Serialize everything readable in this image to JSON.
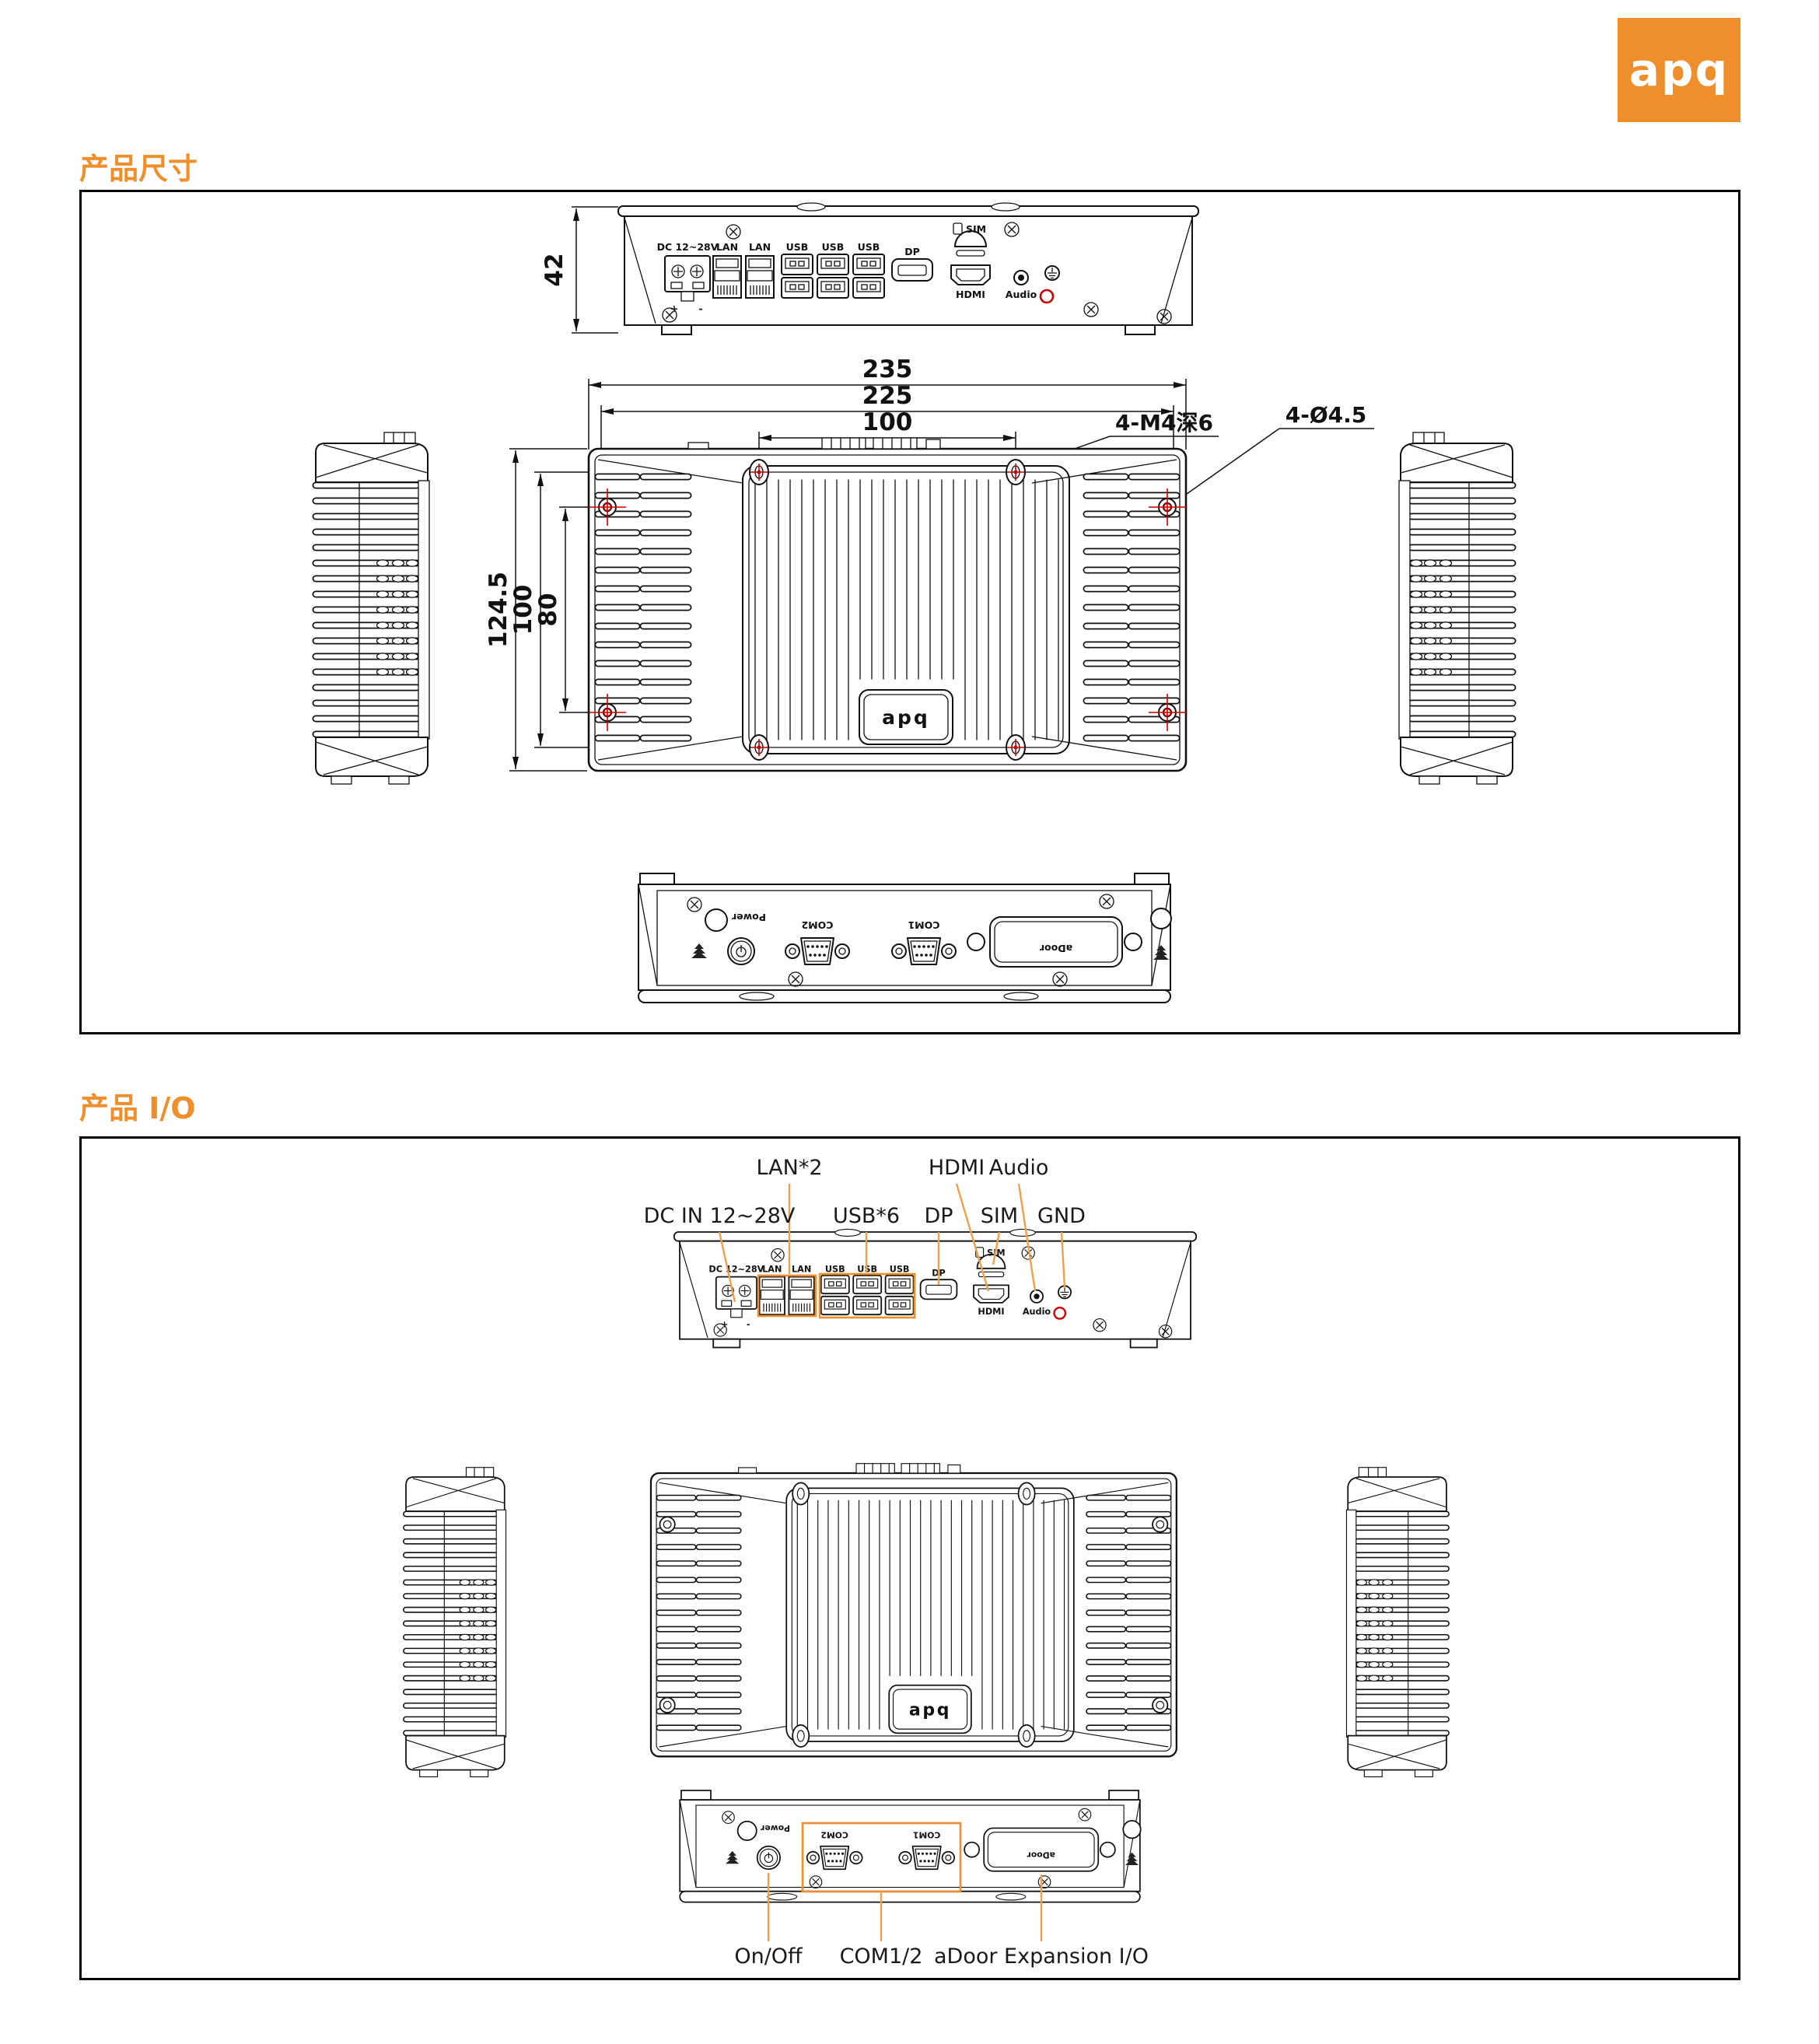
{
  "logo": {
    "text": "apq"
  },
  "section1": {
    "title": "产品尺寸"
  },
  "section2": {
    "title": "产品 I/O"
  },
  "dims": {
    "height42": "42",
    "w235": "235",
    "w225": "225",
    "w100": "100",
    "d124_5": "124.5",
    "v100": "100",
    "v80": "80",
    "m4note": "4-M4深6",
    "dianote": "4-Ø4.5"
  },
  "panel": {
    "dc": "DC 12~28V",
    "lan": "LAN",
    "usb": "USB",
    "dp": "DP",
    "sim": "SIM",
    "hdmi": "HDMI",
    "audio": "Audio",
    "plus": "+",
    "minus": "-"
  },
  "rear": {
    "power": "Power",
    "com2": "COM2",
    "com1": "COM1",
    "adoor": "aDoor"
  },
  "device": {
    "plate_text": "apq"
  },
  "io": {
    "lan2": "LAN*2",
    "hdmi": "HDMI",
    "audio": "Audio",
    "dc": "DC IN 12~28V",
    "usb6": "USB*6",
    "dp": "DP",
    "sim": "SIM",
    "gnd": "GND",
    "onoff": "On/Off",
    "com12": "COM1/2",
    "adoor_exp": "aDoor Expansion I/O"
  },
  "colors": {
    "accent": "#EF8F2B",
    "leader_line": "#F0A04A",
    "drawing_line": "#111111",
    "marker_red": "#CC0000"
  }
}
